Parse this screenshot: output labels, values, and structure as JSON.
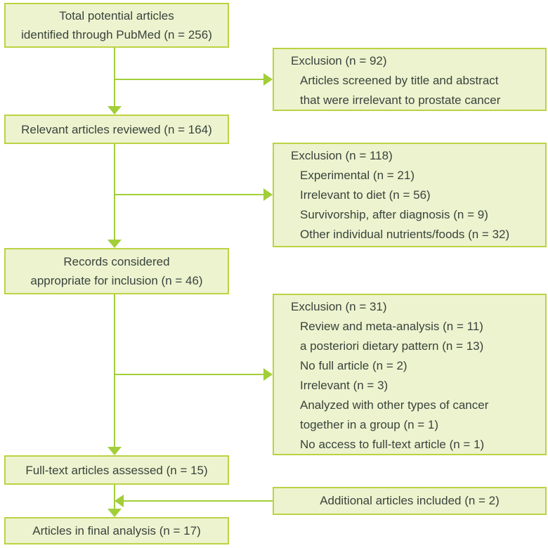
{
  "diagram": {
    "type": "prisma-article-selection-flowchart",
    "colors": {
      "box_fill": "#edf3cf",
      "box_border": "#bdd243",
      "line": "#a2ce39",
      "text": "#39433c",
      "bg": "#ffffff"
    },
    "main_flow": {
      "box1": {
        "lines": [
          "Total potential articles",
          "identified through PubMed (n = 256)"
        ]
      },
      "box2": {
        "lines": [
          "Relevant articles reviewed (n = 164)"
        ]
      },
      "box3": {
        "lines": [
          "Records considered",
          "appropriate for inclusion (n = 46)"
        ]
      },
      "box4": {
        "lines": [
          "Full-text articles assessed (n = 15)"
        ]
      },
      "box5": {
        "lines": [
          "Articles in final analysis (n = 17)"
        ]
      }
    },
    "side_boxes": {
      "exclusion1": {
        "title": "Exclusion (n = 92)",
        "items": [
          "Articles screened by title and abstract",
          "that were irrelevant to prostate cancer"
        ]
      },
      "exclusion2": {
        "title": "Exclusion (n = 118)",
        "items": [
          "Experimental (n = 21)",
          "Irrelevant to diet (n = 56)",
          "Survivorship, after diagnosis (n = 9)",
          "Other individual nutrients/foods (n = 32)"
        ]
      },
      "exclusion3": {
        "title": "Exclusion (n = 31)",
        "items": [
          "Review and meta-analysis (n = 11)",
          "a posteriori dietary pattern (n = 13)",
          "No full article (n = 2)",
          "Irrelevant (n = 3)",
          "Analyzed with other types of cancer",
          "together in a group (n = 1)",
          "No access to full-text article (n = 1)"
        ]
      },
      "additional": {
        "label": "Additional articles included (n = 2)"
      }
    }
  }
}
